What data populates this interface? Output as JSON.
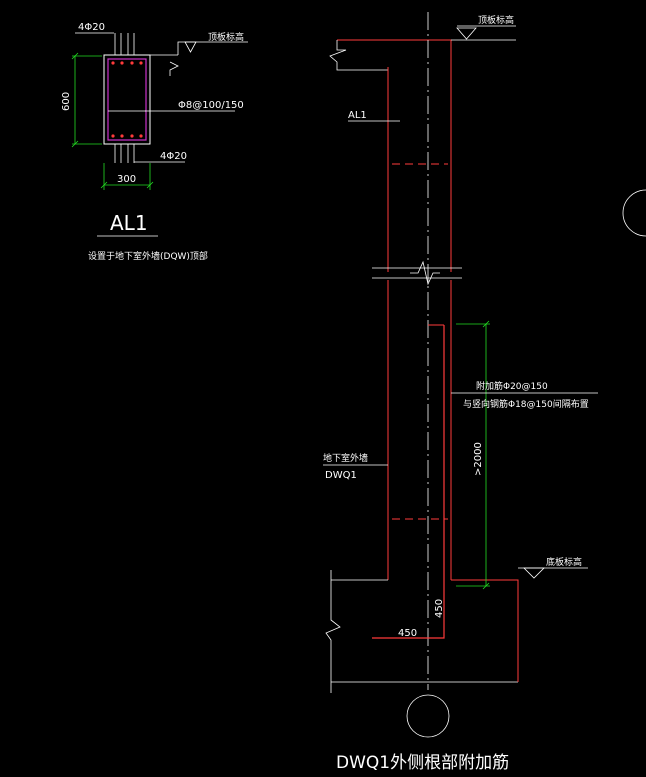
{
  "beam_section": {
    "top_rebar": "4Φ20",
    "bottom_rebar": "4Φ20",
    "stirrup": "Φ8@100/150",
    "height_dim": "600",
    "width_dim": "300",
    "top_elev": "顶板标高",
    "title": "AL1",
    "note": "设置于地下室外墙(DQW)顶部"
  },
  "wall_detail": {
    "top_elev": "顶板标高",
    "beam_ref": "AL1",
    "added_bars_1": "附加筋Φ20@150",
    "added_bars_2": "与竖向钢筋Φ18@150间隔布置",
    "length_dim": ">2000",
    "wall_name_1": "地下室外墙",
    "wall_name_2": "DWQ1",
    "bottom_elev": "底板标高",
    "dim_vertical": "450",
    "dim_horizontal": "450",
    "caption": "DWQ1外侧根部附加筋"
  },
  "colors": {
    "background": "#000000",
    "outline": "#ffffff",
    "wall": "#ff3b3b",
    "section": "#cc33cc",
    "dimension": "#22dd22",
    "text": "#ffffff"
  }
}
